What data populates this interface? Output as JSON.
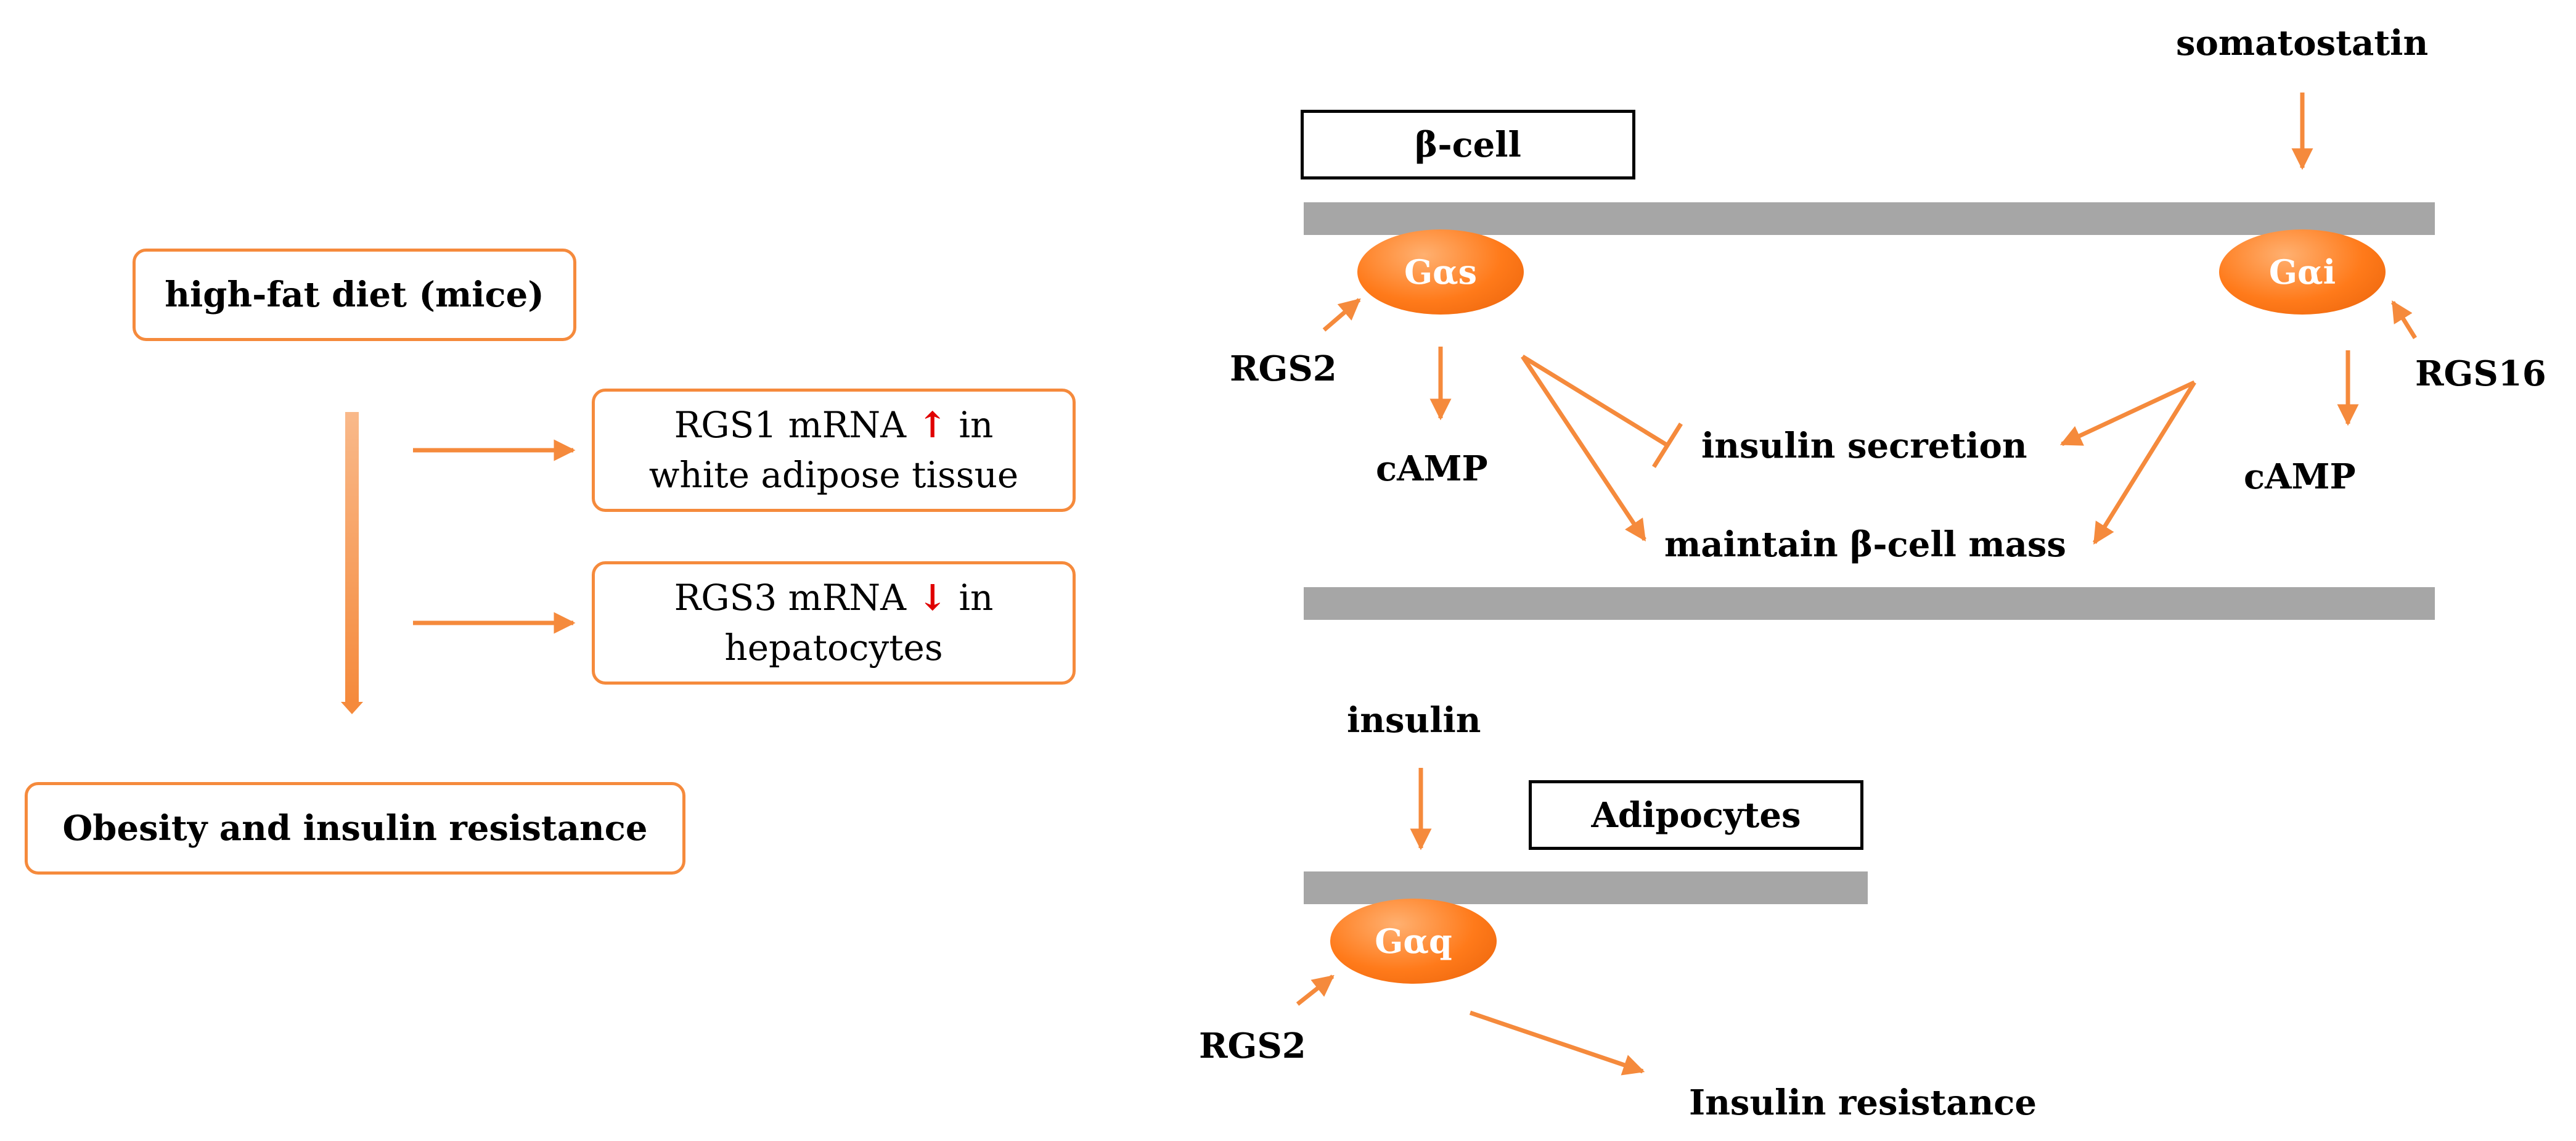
{
  "left": {
    "top_box": "high-fat diet (mice)",
    "box_rgs1": {
      "line1_pre": "RGS1 mRNA",
      "arrow": "↑",
      "line1_post": "in",
      "line2": "white adipose tissue"
    },
    "box_rgs3": {
      "line1_pre": "RGS3 mRNA",
      "arrow": "↓",
      "line1_post": "in",
      "line2": "hepatocytes"
    },
    "bottom_box": "Obesity and insulin resistance"
  },
  "beta_cell": {
    "title": "β-cell",
    "stimulus": "somatostatin",
    "g_left": "Gαs",
    "g_right": "Gαi",
    "rgs_left": "RGS2",
    "rgs_right": "RGS16",
    "camp_left": "cAMP",
    "camp_right": "cAMP",
    "insulin_secretion": "insulin secretion",
    "maintain_mass": "maintain β-cell mass"
  },
  "adipocytes": {
    "title": "Adipocytes",
    "stimulus": "insulin",
    "g": "Gαq",
    "rgs": "RGS2",
    "outcome": "Insulin resistance"
  },
  "colors": {
    "orange": "#f58a3c",
    "membrane": "#a6a6a6",
    "red_arrow": "#e00000"
  }
}
